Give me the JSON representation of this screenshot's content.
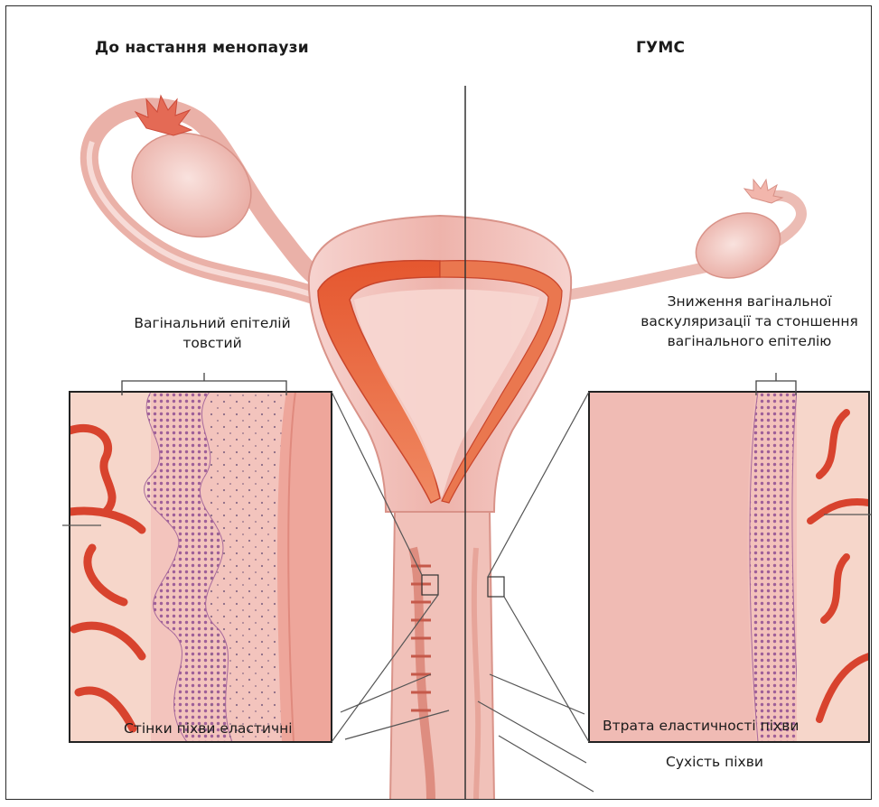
{
  "headings": {
    "left": "До настання менопаузи",
    "right": "ГУМС"
  },
  "labels": {
    "left_top": "Вагінальний епітелій товстий",
    "left_bottom": "Стінки піхви еластичні",
    "right_top": "Зниження вагінальної васкуляризації та стоншення вагінального епітелію",
    "right_bottom_1": "Втрата еластичності піхви",
    "right_bottom_2": "Сухість піхви"
  },
  "colors": {
    "tissue_light": "#f3c9c4",
    "tissue_mid": "#e89a8e",
    "endometrium": "#e8643f",
    "vessel": "#d8432e",
    "epithelium": "#a86a9c",
    "line": "#555555"
  }
}
